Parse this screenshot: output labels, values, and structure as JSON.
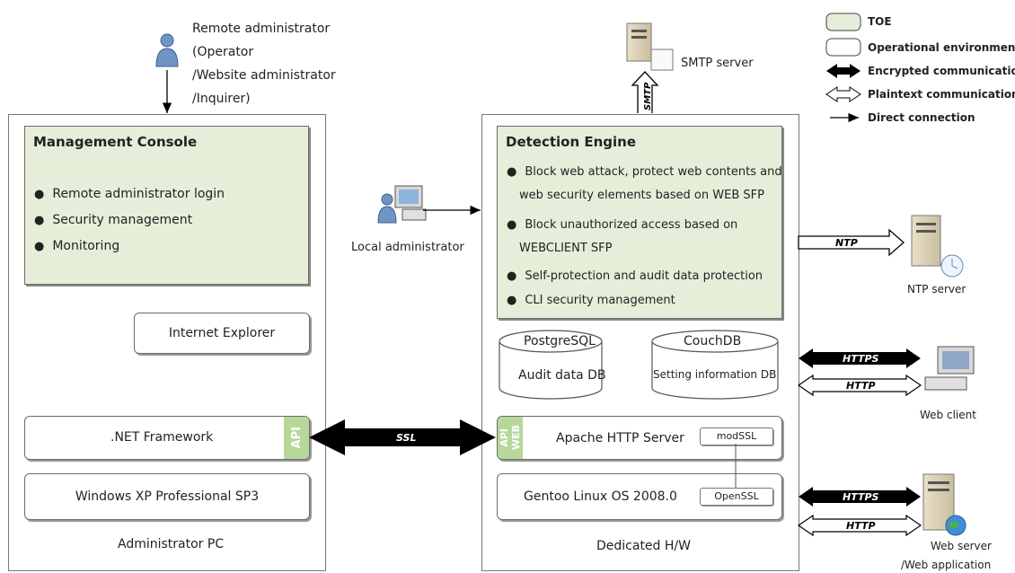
{
  "remote_admin": {
    "line1": "Remote administrator",
    "line2": "(Operator",
    "line3": "/Website administrator",
    "line4": "/Inquirer)"
  },
  "admin_pc": {
    "caption": "Administrator PC",
    "console_title": "Management Console",
    "console_items": [
      "Remote administrator login",
      "Security management",
      "Monitoring"
    ],
    "ie": "Internet Explorer",
    "dotnet": ".NET Framework",
    "api_tag": "API",
    "os": "Windows XP Professional SP3"
  },
  "local_admin": {
    "label": "Local administrator"
  },
  "dedicated": {
    "caption": "Dedicated H/W",
    "engine_title": "Detection Engine",
    "engine_items": [
      {
        "line1": "Block web attack, protect web contents and",
        "line2": "web security elements based on WEB SFP"
      },
      {
        "line1": "Block unauthorized access based on",
        "line2": "WEBCLIENT SFP"
      },
      {
        "line1": "Self-protection and audit data protection",
        "line2": ""
      },
      {
        "line1": "CLI security management",
        "line2": ""
      }
    ],
    "db1_name": "PostgreSQL",
    "db1_desc": "Audit data DB",
    "db2_name": "CouchDB",
    "db2_desc": "Setting information DB",
    "web_api_tag1": "WEB",
    "web_api_tag2": "API",
    "apache": "Apache HTTP Server",
    "modssl": "modSSL",
    "gentoo": "Gentoo Linux OS 2008.0",
    "openssl": "OpenSSL"
  },
  "external": {
    "smtp_server": "SMTP server",
    "smtp_label": "SMTP",
    "ntp_server": "NTP server",
    "ntp_label": "NTP",
    "web_client": "Web client",
    "web_server_line1": "Web server",
    "web_server_line2": "/Web application",
    "https": "HTTPS",
    "http": "HTTP",
    "ssl": "SSL"
  },
  "legend": {
    "toe": "TOE",
    "operational": "Operational environment",
    "encrypted": "Encrypted communication",
    "plaintext": "Plaintext communication",
    "direct": "Direct connection"
  },
  "colors": {
    "toe_fill": "#e6eed9",
    "api_tag": "#b8d89a",
    "arrow_black": "#000000"
  }
}
